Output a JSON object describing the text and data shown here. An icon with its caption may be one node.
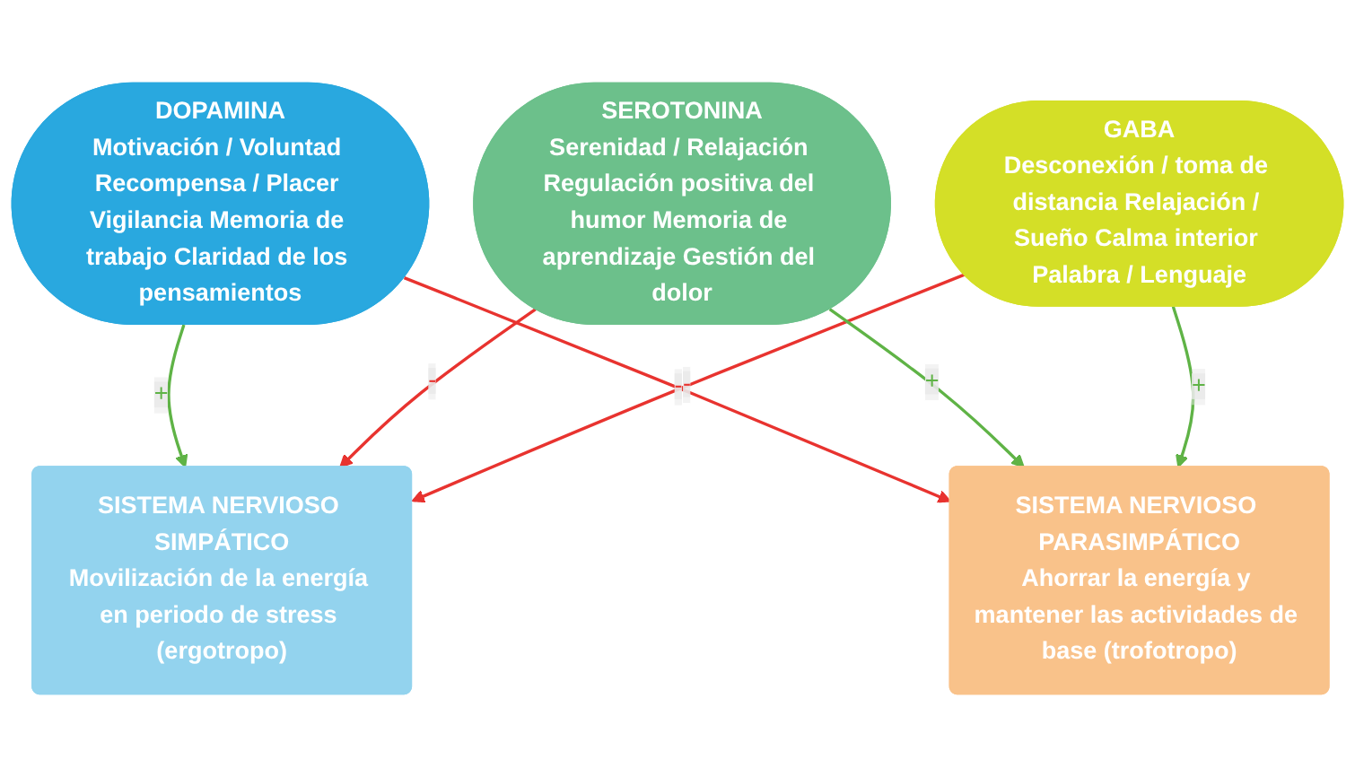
{
  "diagram": {
    "nodes": [
      {
        "text": [
          "DOPAMINA",
          "Motivación / Voluntad Recompensa / Placer Vigilancia Memoria de trabajo Claridad de los pensamientos"
        ]
      },
      {
        "text": [
          "SEROTONINA",
          "Serenidad / Relajación Regulación positiva del humor Memoria de aprendizaje Gestión del dolor"
        ]
      },
      {
        "text": [
          "GABA",
          "Desconexión / toma de distancia Relajación / Sueño Calma interior Palabra / Lenguaje"
        ]
      },
      {
        "text": [
          "SISTEMA NERVIOSO SIMPÁTICO",
          "Movilización de la energía en periodo de stress (ergotropo)"
        ]
      },
      {
        "text": [
          "SISTEMA NERVIOSO PARASIMPÁTICO",
          "Ahorrar la energía y mantener las actividades de base (trofotropo)"
        ]
      }
    ],
    "edges": [
      {
        "from": 0,
        "to": 3,
        "arrow": "to",
        "label": "+",
        "color": "#5fb346"
      },
      {
        "from": 1,
        "to": 3,
        "arrow": "to",
        "label": "-",
        "color": "#e8332f"
      },
      {
        "from": 0,
        "to": 4,
        "arrow": "to",
        "label": "-",
        "color": "#e8332f"
      },
      {
        "from": 2,
        "to": 3,
        "arrow": "to",
        "label": "-",
        "color": "#e8332f"
      },
      {
        "from": 1,
        "to": 4,
        "arrow": "to",
        "label": "+",
        "color": "#5fb346"
      },
      {
        "from": 2,
        "to": 4,
        "arrow": "to",
        "label": "+",
        "color": "#5fb346"
      }
    ]
  }
}
